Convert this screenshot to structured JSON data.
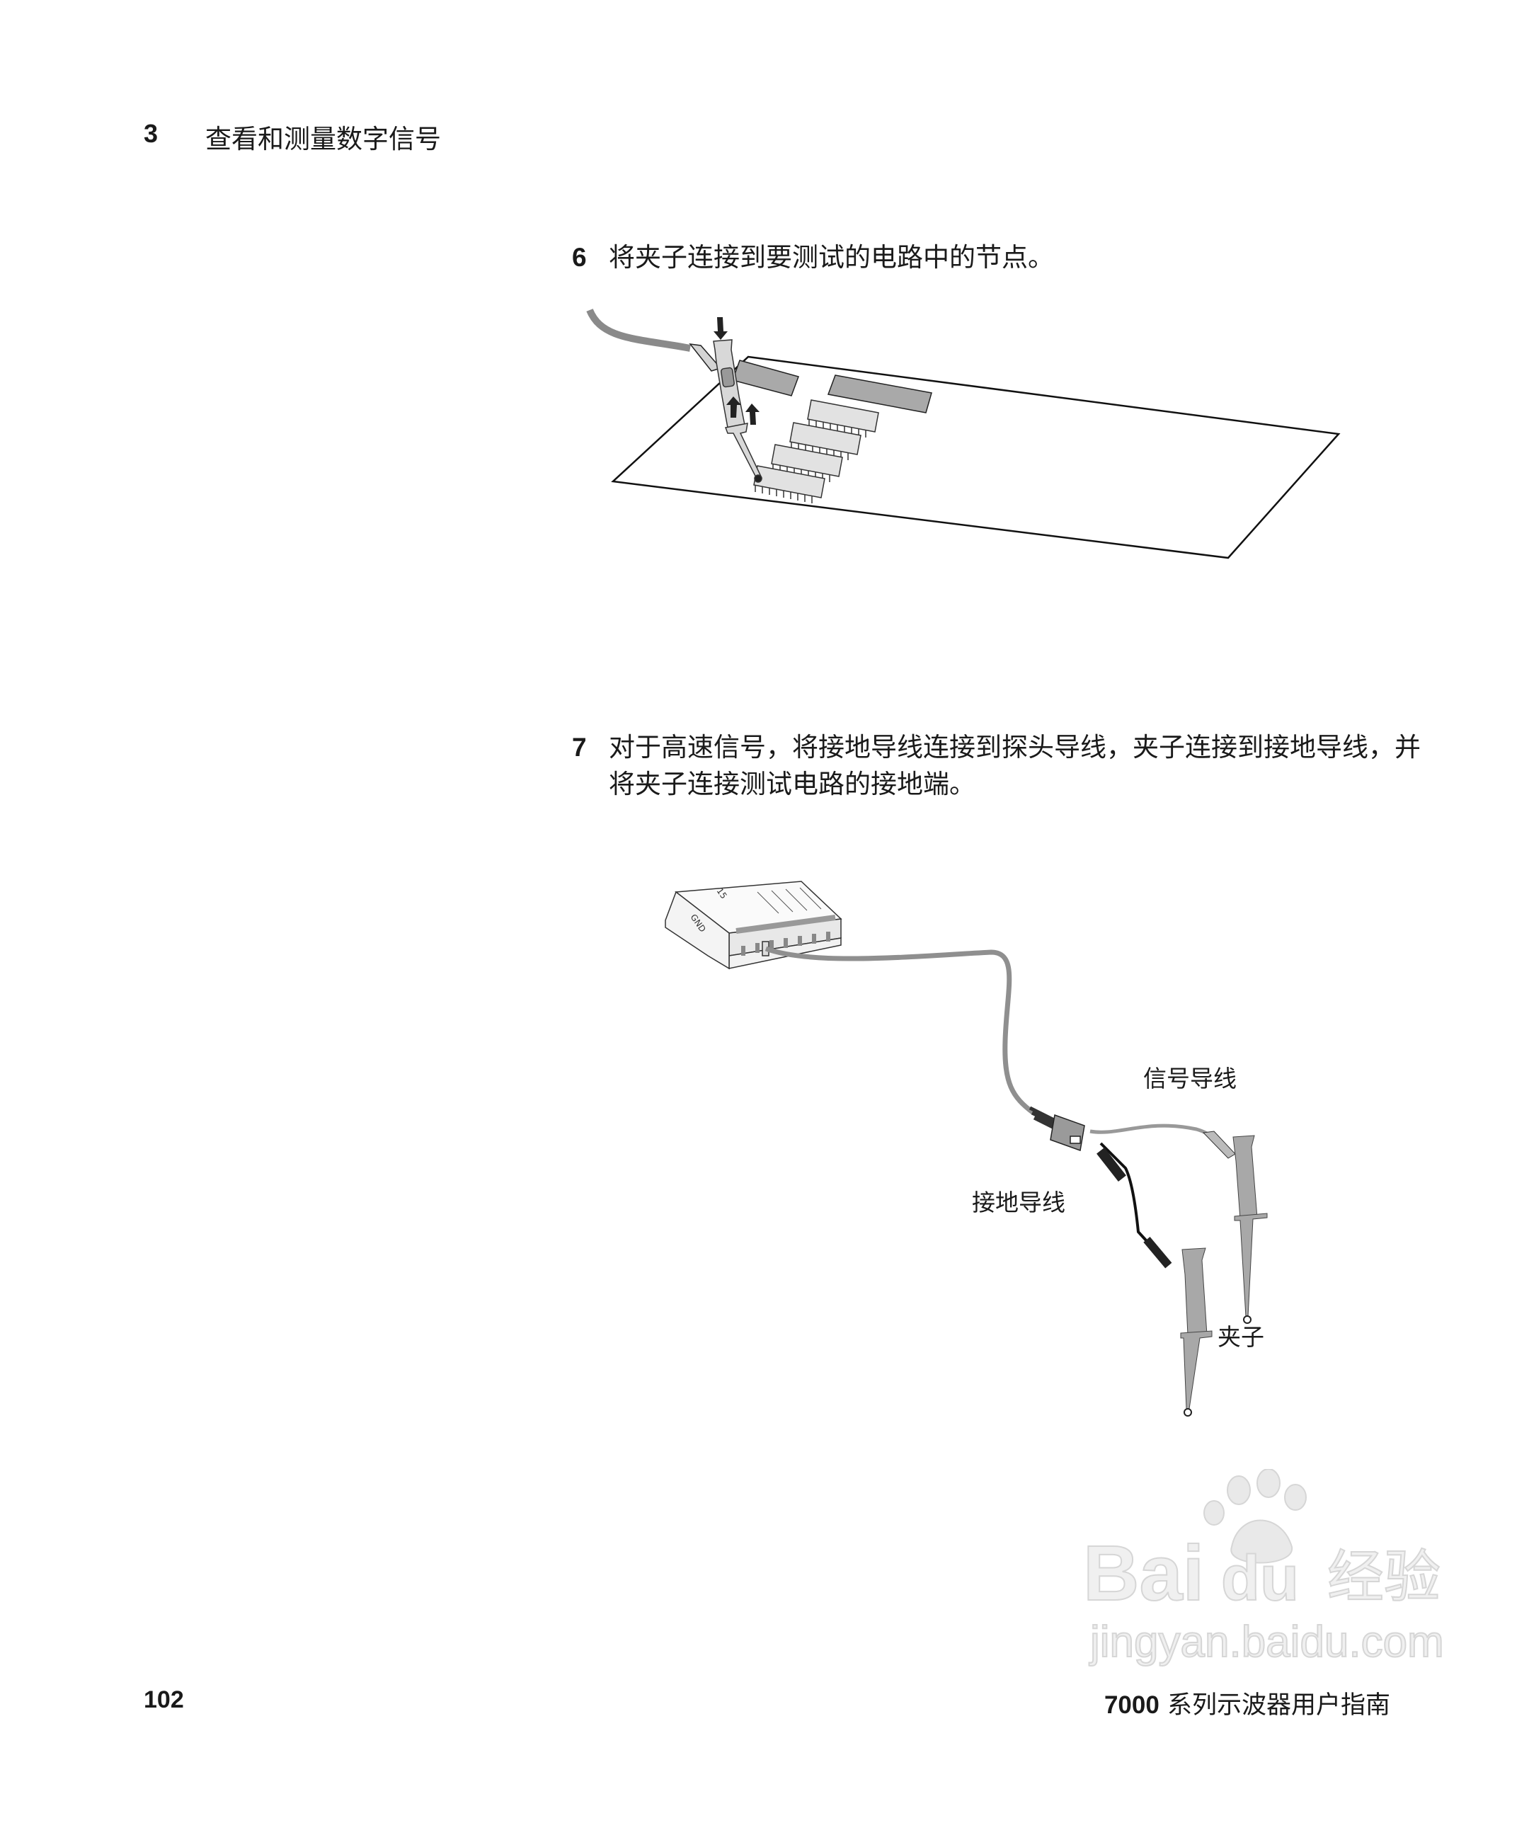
{
  "header": {
    "chapter_number": "3",
    "chapter_title": "查看和测量数字信号"
  },
  "steps": [
    {
      "number": "6",
      "text": "将夹子连接到要测试的电路中的节点。"
    },
    {
      "number": "7",
      "text": "对于高速信号，将接地导线连接到探头导线，夹子连接到接地导线，并将夹子连接测试电路的接地端。"
    }
  ],
  "figure2": {
    "signal_lead_label": "信号导线",
    "ground_lead_label": "接地导线",
    "clip_label": "夹子",
    "pod_labels": [
      "GND",
      "15"
    ]
  },
  "footer": {
    "page_number": "102",
    "series": "7000",
    "guide_title": "系列示波器用户指南"
  },
  "watermark": {
    "logo_text": "Baidu经验",
    "url": "jingyan.baidu.com"
  }
}
